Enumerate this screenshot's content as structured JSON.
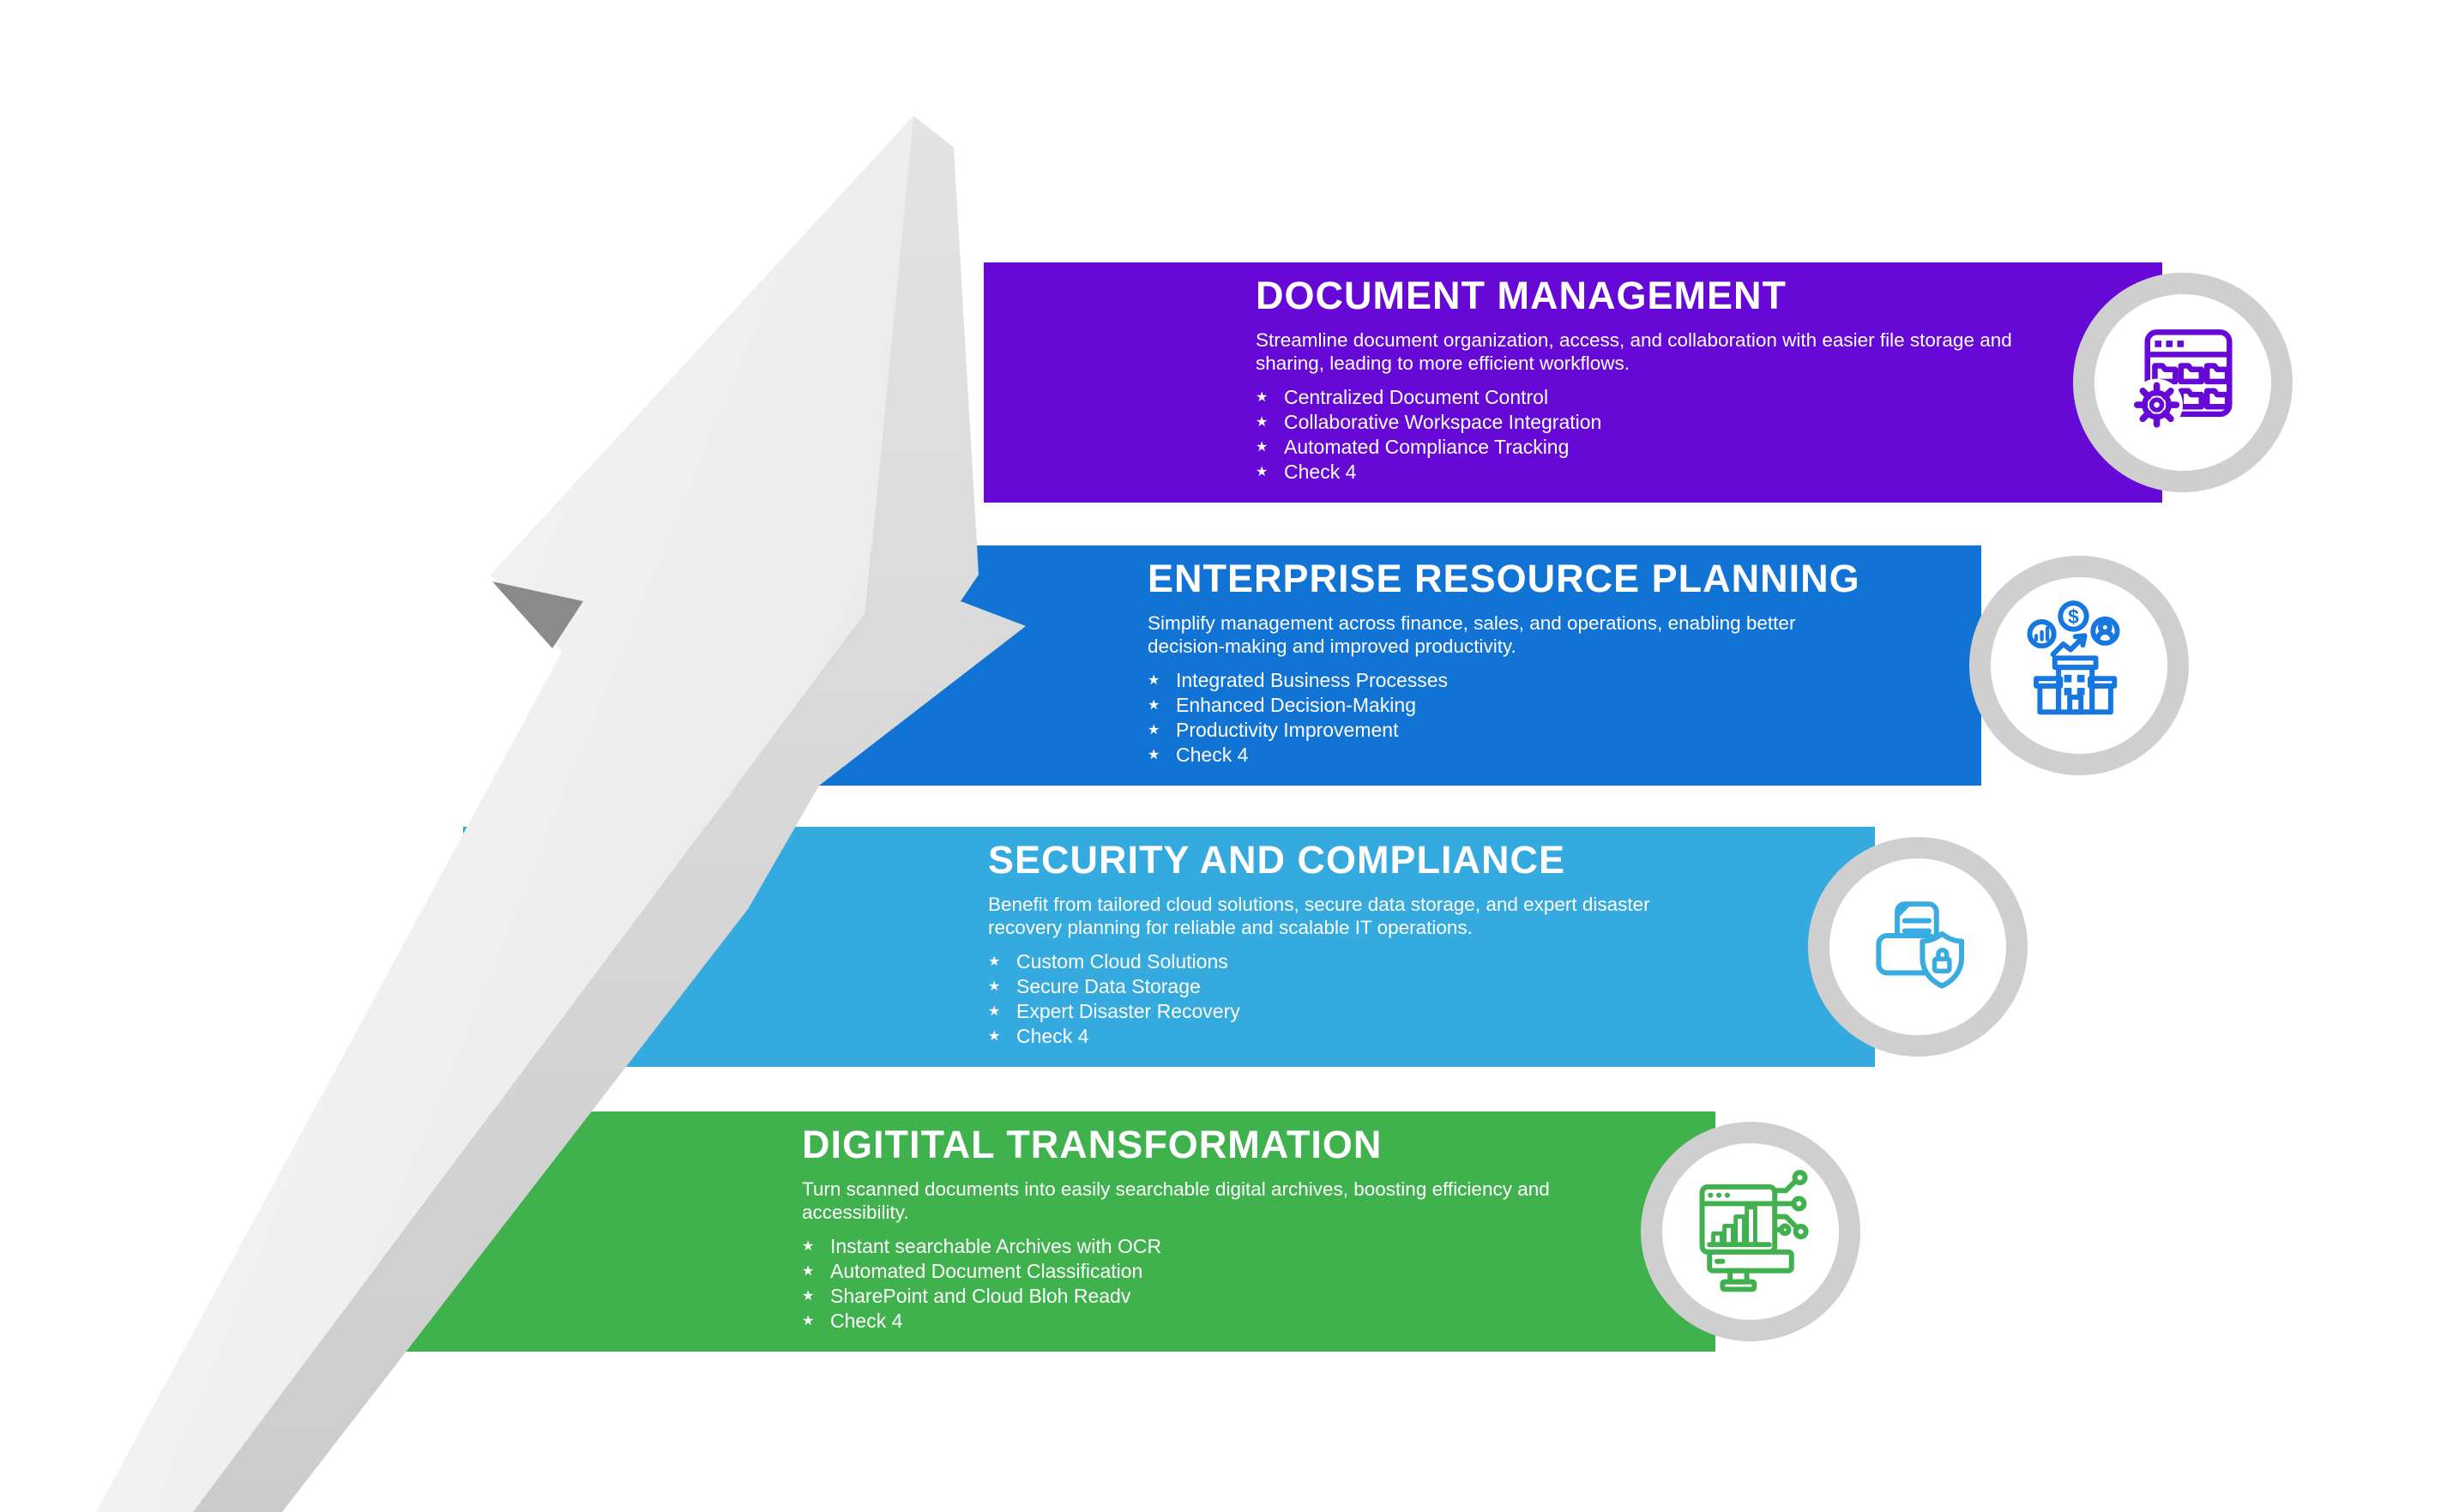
{
  "ui": {
    "bullet_marker": "★"
  },
  "colors": {
    "background": "#ffffff",
    "text": "#ffffff",
    "band_purple": "#6609d6",
    "band_blue": "#1173d3",
    "band_light_blue": "#35aadf",
    "band_green": "#3fb14d",
    "badge_ring": "#cfcfcf",
    "badge_fill": "#ffffff",
    "arrow_face": "#f2f2f2",
    "arrow_bevel": "#d7d7d7",
    "arrow_fold": "#8a8a8a",
    "icon_purple": "#6609d6",
    "icon_blue": "#1777e0",
    "icon_light_blue": "#38abe0",
    "icon_green": "#41b04e"
  },
  "sections": [
    {
      "id": "document-management",
      "title": "DOCUMENT MANAGEMENT",
      "description": "Streamline document organization, access, and collaboration with easier file storage and sharing, leading to more efficient workflows.",
      "bullets": [
        "Centralized Document Control",
        "Collaborative Workspace Integration",
        "Automated Compliance Tracking",
        "Check 4"
      ],
      "color": "#6609d6",
      "icon": "browser-folders-gear-icon"
    },
    {
      "id": "enterprise-resource-planning",
      "title": "ENTERPRISE RESOURCE PLANNING",
      "description": "Simplify management across finance, sales, and operations, enabling better decision-making and improved productivity.",
      "bullets": [
        "Integrated Business Processes",
        "Enhanced Decision-Making",
        "Productivity Improvement",
        "Check 4"
      ],
      "color": "#1173d3",
      "icon": "erp-building-analytics-icon"
    },
    {
      "id": "security-and-compliance",
      "title": "SECURITY AND COMPLIANCE",
      "description": "Benefit from tailored cloud solutions, secure data storage, and expert disaster recovery planning for reliable and scalable IT operations.",
      "bullets": [
        "Custom Cloud Solutions",
        "Secure Data Storage",
        "Expert Disaster Recovery",
        "Check 4"
      ],
      "color": "#35aadf",
      "icon": "folder-shield-lock-icon"
    },
    {
      "id": "digital-transformation",
      "title": "DIGITITAL TRANSFORMATION",
      "description": "Turn scanned documents into easily searchable digital archives, boosting efficiency and accessibility.",
      "bullets": [
        "Instant searchable Archives with OCR",
        "Automated Document Classification",
        "SharePoint and Cloud Bloh Readv",
        "Check 4"
      ],
      "color": "#3fb14d",
      "icon": "monitor-digitization-icon"
    }
  ]
}
